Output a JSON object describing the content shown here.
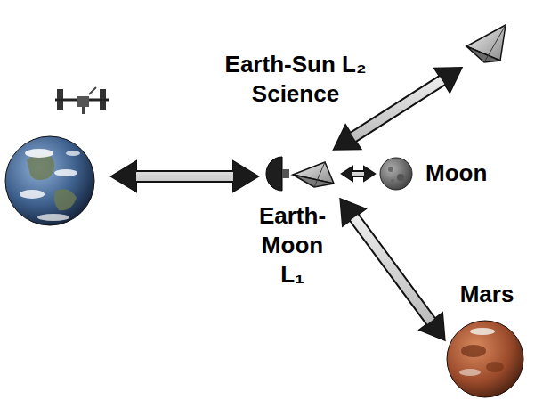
{
  "diagram": {
    "nodes": [
      {
        "text": [
          "Earth-Sun L₂ Science"
        ]
      },
      {
        "text": [
          "Earth- Moon L₁"
        ]
      },
      {
        "text": [
          "Moon"
        ]
      },
      {
        "text": [
          "Mars"
        ]
      }
    ],
    "edges": [
      {
        "from": 1,
        "to": 0,
        "arrow": "both"
      },
      {
        "from": 1,
        "to": 2,
        "arrow": "both"
      },
      {
        "from": 1,
        "to": 3,
        "arrow": "both"
      }
    ]
  }
}
